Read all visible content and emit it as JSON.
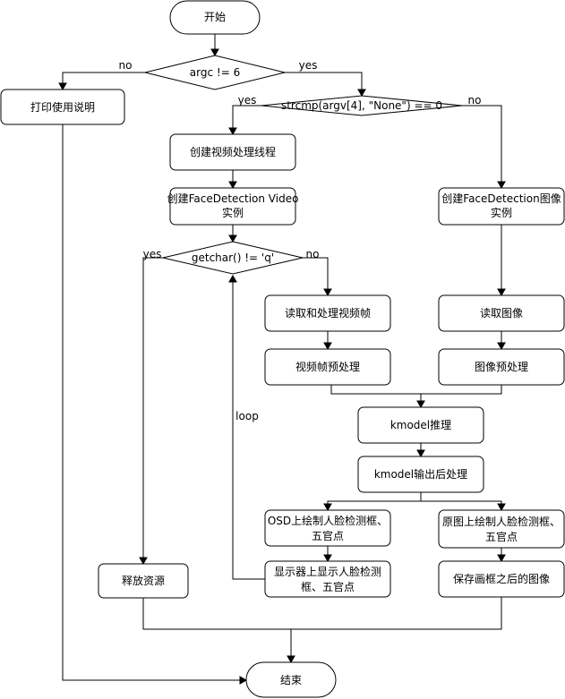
{
  "nodes": {
    "start": "开始",
    "argc_check": "argc != 6",
    "print_usage": "打印使用说明",
    "strcmp_check": "strcmp(argv[4], \"None\") == 0",
    "create_thread": "创建视频处理线程",
    "create_video_line1": "创建FaceDetection Video",
    "create_video_line2": "实例",
    "create_image_line1": "创建FaceDetection图像",
    "create_image_line2": "实例",
    "getchar_check": "getchar() != 'q'",
    "read_frame": "读取和处理视频帧",
    "frame_preprocess": "视频帧预处理",
    "read_image": "读取图像",
    "image_preprocess": "图像预处理",
    "kmodel_infer": "kmodel推理",
    "kmodel_post": "kmodel输出后处理",
    "osd_draw_line1": "OSD上绘制人脸检测框、",
    "osd_draw_line2": "五官点",
    "display_line1": "显示器上显示人脸检测",
    "display_line2": "框、五官点",
    "orig_draw_line1": "原图上绘制人脸检测框、",
    "orig_draw_line2": "五官点",
    "save_image": "保存画框之后的图像",
    "release": "释放资源",
    "end": "结束"
  },
  "edge_labels": {
    "argc_no": "no",
    "argc_yes": "yes",
    "strcmp_yes": "yes",
    "strcmp_no": "no",
    "getchar_yes": "yes",
    "getchar_no": "no",
    "loop": "loop"
  },
  "colors": {
    "stroke": "#000000",
    "fill": "#ffffff",
    "text": "#000000"
  }
}
